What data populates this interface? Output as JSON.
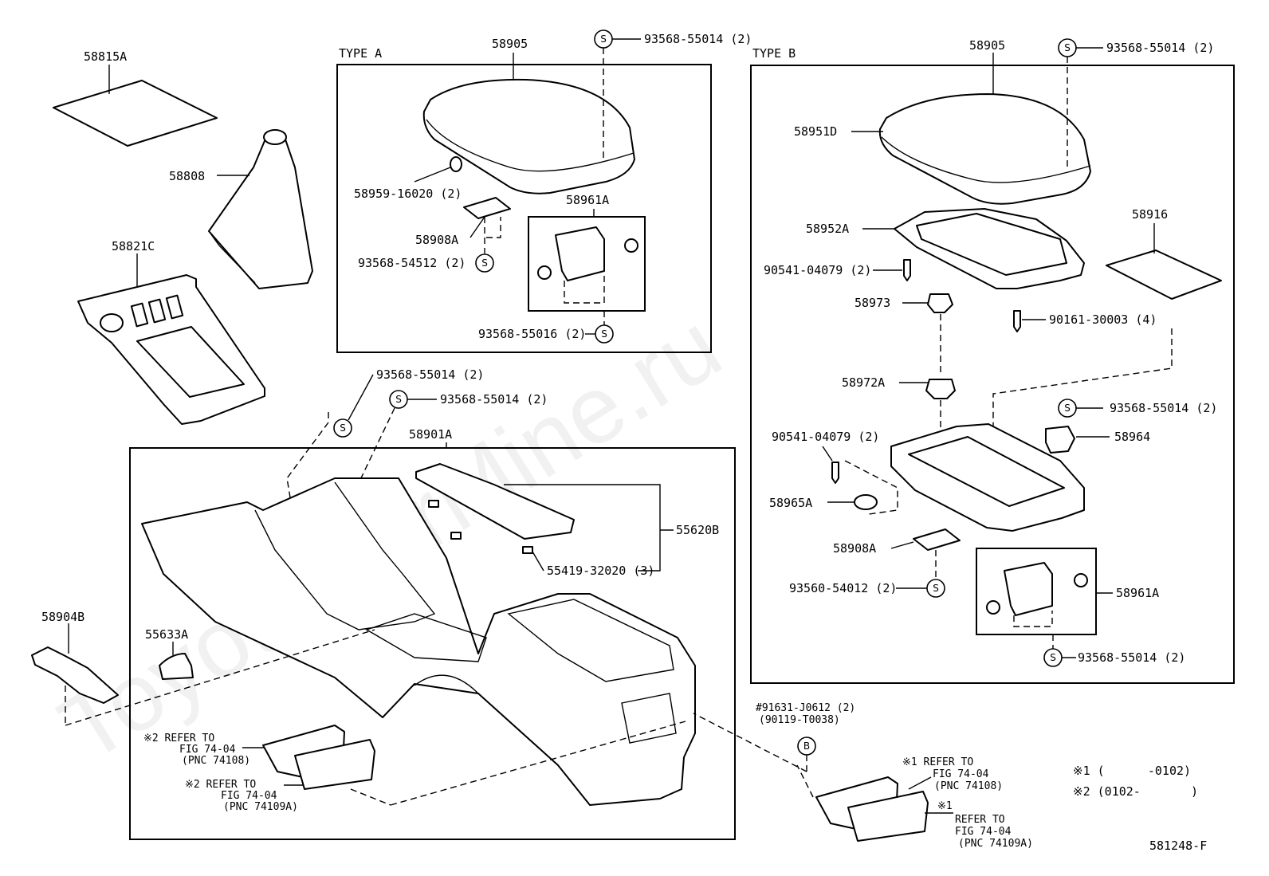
{
  "watermark": "ToyotaCarMine.ru",
  "diagram_id": "581248-F",
  "groups": {
    "type_a": "TYPE A",
    "type_b": "TYPE B"
  },
  "labels": {
    "p58815A": "58815A",
    "p58808": "58808",
    "p58821C": "58821C",
    "a58905": "58905",
    "a93568_55014_top": "93568-55014 (2)",
    "a58959": "58959-16020 (2)",
    "a58908A": "58908A",
    "a93568_54512": "93568-54512 (2)",
    "a58961A": "58961A",
    "a93568_55016": "93568-55016 (2)",
    "b58905": "58905",
    "b93568_55014_top": "93568-55014 (2)",
    "b58951D": "58951D",
    "b58952A": "58952A",
    "b58916": "58916",
    "b90541_04079_a": "90541-04079 (2)",
    "b58973": "58973",
    "b90161": "90161-30003 (4)",
    "b58972A": "58972A",
    "b93568_55014_mid": "93568-55014 (2)",
    "b58964": "58964",
    "b90541_04079_b": "90541-04079 (2)",
    "b58965A": "58965A",
    "b58908A": "58908A",
    "b93560_54012": "93560-54012 (2)",
    "b58961A": "58961A",
    "b93568_55014_bot": "93568-55014 (2)",
    "m93568_55014_1": "93568-55014 (2)",
    "m93568_55014_2": "93568-55014 (2)",
    "m58901A": "58901A",
    "m55620B": "55620B",
    "m55419": "55419-32020 (3)",
    "m58904B": "58904B",
    "m55633A": "55633A",
    "m91631": "#91631-J0612 (2)",
    "m90119": "(90119-T0038)",
    "ref1a": [
      "※2 REFER TO",
      "FIG 74-04",
      "(PNC 74108)"
    ],
    "ref2a": [
      "※2 REFER TO",
      "FIG 74-04",
      "(PNC 74109A)"
    ],
    "ref3a": [
      "※1 REFER TO",
      "FIG 74-04",
      "(PNC 74108)"
    ],
    "ref4a": [
      "※1",
      "REFER TO",
      "FIG 74-04",
      "(PNC 74109A)"
    ],
    "legend1": "※1 (      -0102)",
    "legend2": "※2 (0102-       )"
  },
  "symbols": {
    "screw": "S",
    "bolt": "B"
  }
}
